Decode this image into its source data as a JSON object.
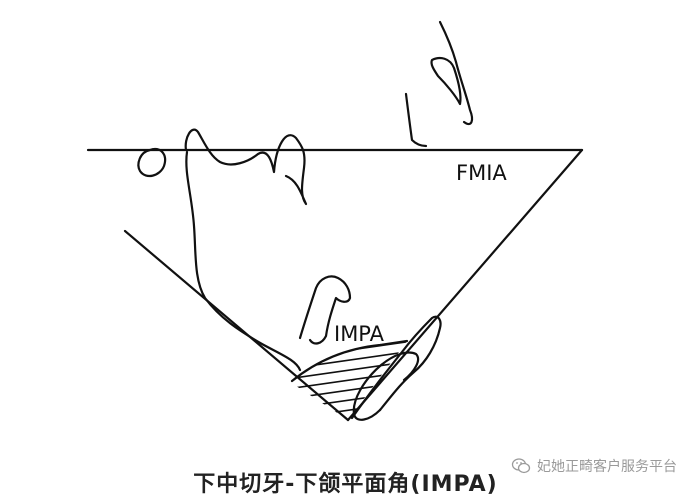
{
  "diagram": {
    "labels": {
      "fmia": "FMIA",
      "impa": "IMPA"
    }
  },
  "caption": "下中切牙-下颌平面角(IMPA)",
  "watermark": {
    "text": "妃她正畸客户服务平台",
    "icon": "wechat-icon"
  }
}
